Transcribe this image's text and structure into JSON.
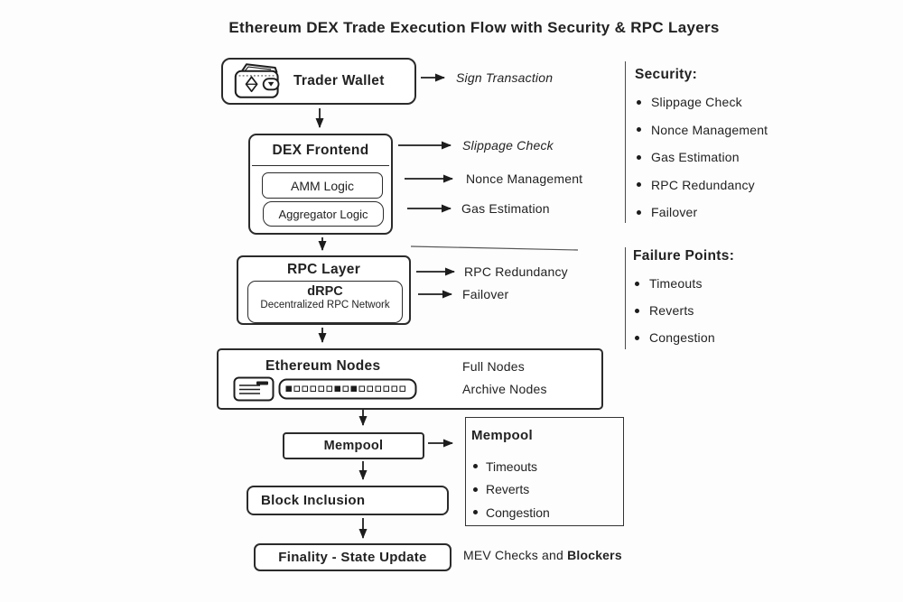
{
  "title": "Ethereum DEX Trade Execution Flow with Security & RPC Layers",
  "nodes": {
    "trader_wallet": {
      "label": "Trader Wallet"
    },
    "dex_frontend": {
      "label": "DEX Frontend",
      "amm": "AMM Logic",
      "aggregator": "Aggregator Logic"
    },
    "rpc_layer": {
      "label": "RPC Layer",
      "drpc": "dRPC",
      "drpc_subtitle": "Decentralized RPC Network"
    },
    "ethereum_nodes": {
      "label": "Ethereum Nodes"
    },
    "mempool": {
      "label": "Mempool"
    },
    "block_inclusion": {
      "label": "Block Inclusion"
    },
    "finality": {
      "label": "Finality - State Update"
    }
  },
  "annotations": {
    "sign_transaction": "Sign Transaction",
    "slippage_check": "Slippage Check",
    "nonce_management": "Nonce Management",
    "gas_estimation": "Gas Estimation",
    "rpc_redundancy": "RPC Redundancy",
    "failover": "Failover",
    "full_nodes": "Full Nodes",
    "archive_nodes": "Archive Nodes",
    "mev_text": "MEV Checks and ",
    "mev_bold": "Blockers"
  },
  "security_panel": {
    "heading": "Security:",
    "items": [
      "Slippage Check",
      "Nonce Management",
      "Gas Estimation",
      "RPC Redundancy",
      "Failover"
    ]
  },
  "failure_panel": {
    "heading": "Failure Points:",
    "items": [
      "Timeouts",
      "Reverts",
      "Congestion"
    ]
  },
  "mempool_panel": {
    "heading": "Mempool",
    "items": [
      "Timeouts",
      "Reverts",
      "Congestion"
    ]
  },
  "icons": {
    "wallet": "wallet-icon",
    "server": "server-icon",
    "node_rack": "node-rack-icon"
  },
  "colors": {
    "ink": "#222222",
    "box_border": "#2b2b2b",
    "background": "#fdfdfd",
    "divider": "#4a4a4a"
  }
}
